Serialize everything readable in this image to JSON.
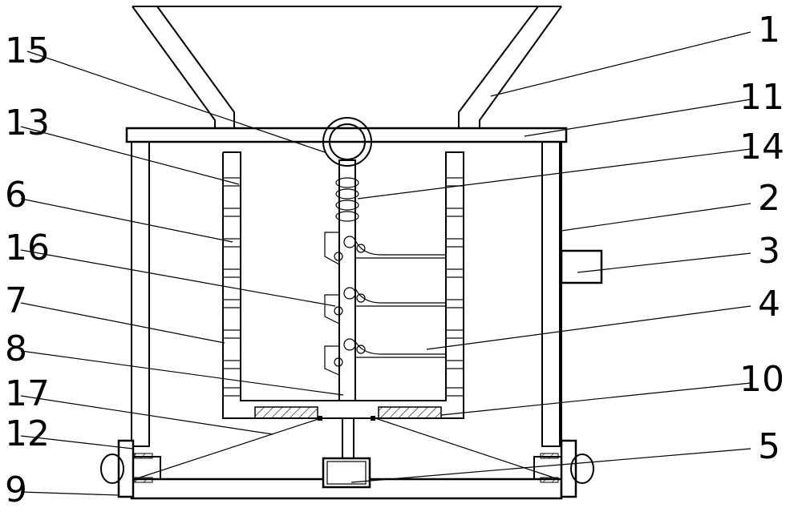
{
  "diagram": {
    "background": "#ffffff",
    "stroke_color": "#000000",
    "labels": [
      "1",
      "2",
      "3",
      "4",
      "5",
      "6",
      "7",
      "8",
      "9",
      "10",
      "11",
      "12",
      "13",
      "14",
      "15",
      "16",
      "17"
    ]
  }
}
